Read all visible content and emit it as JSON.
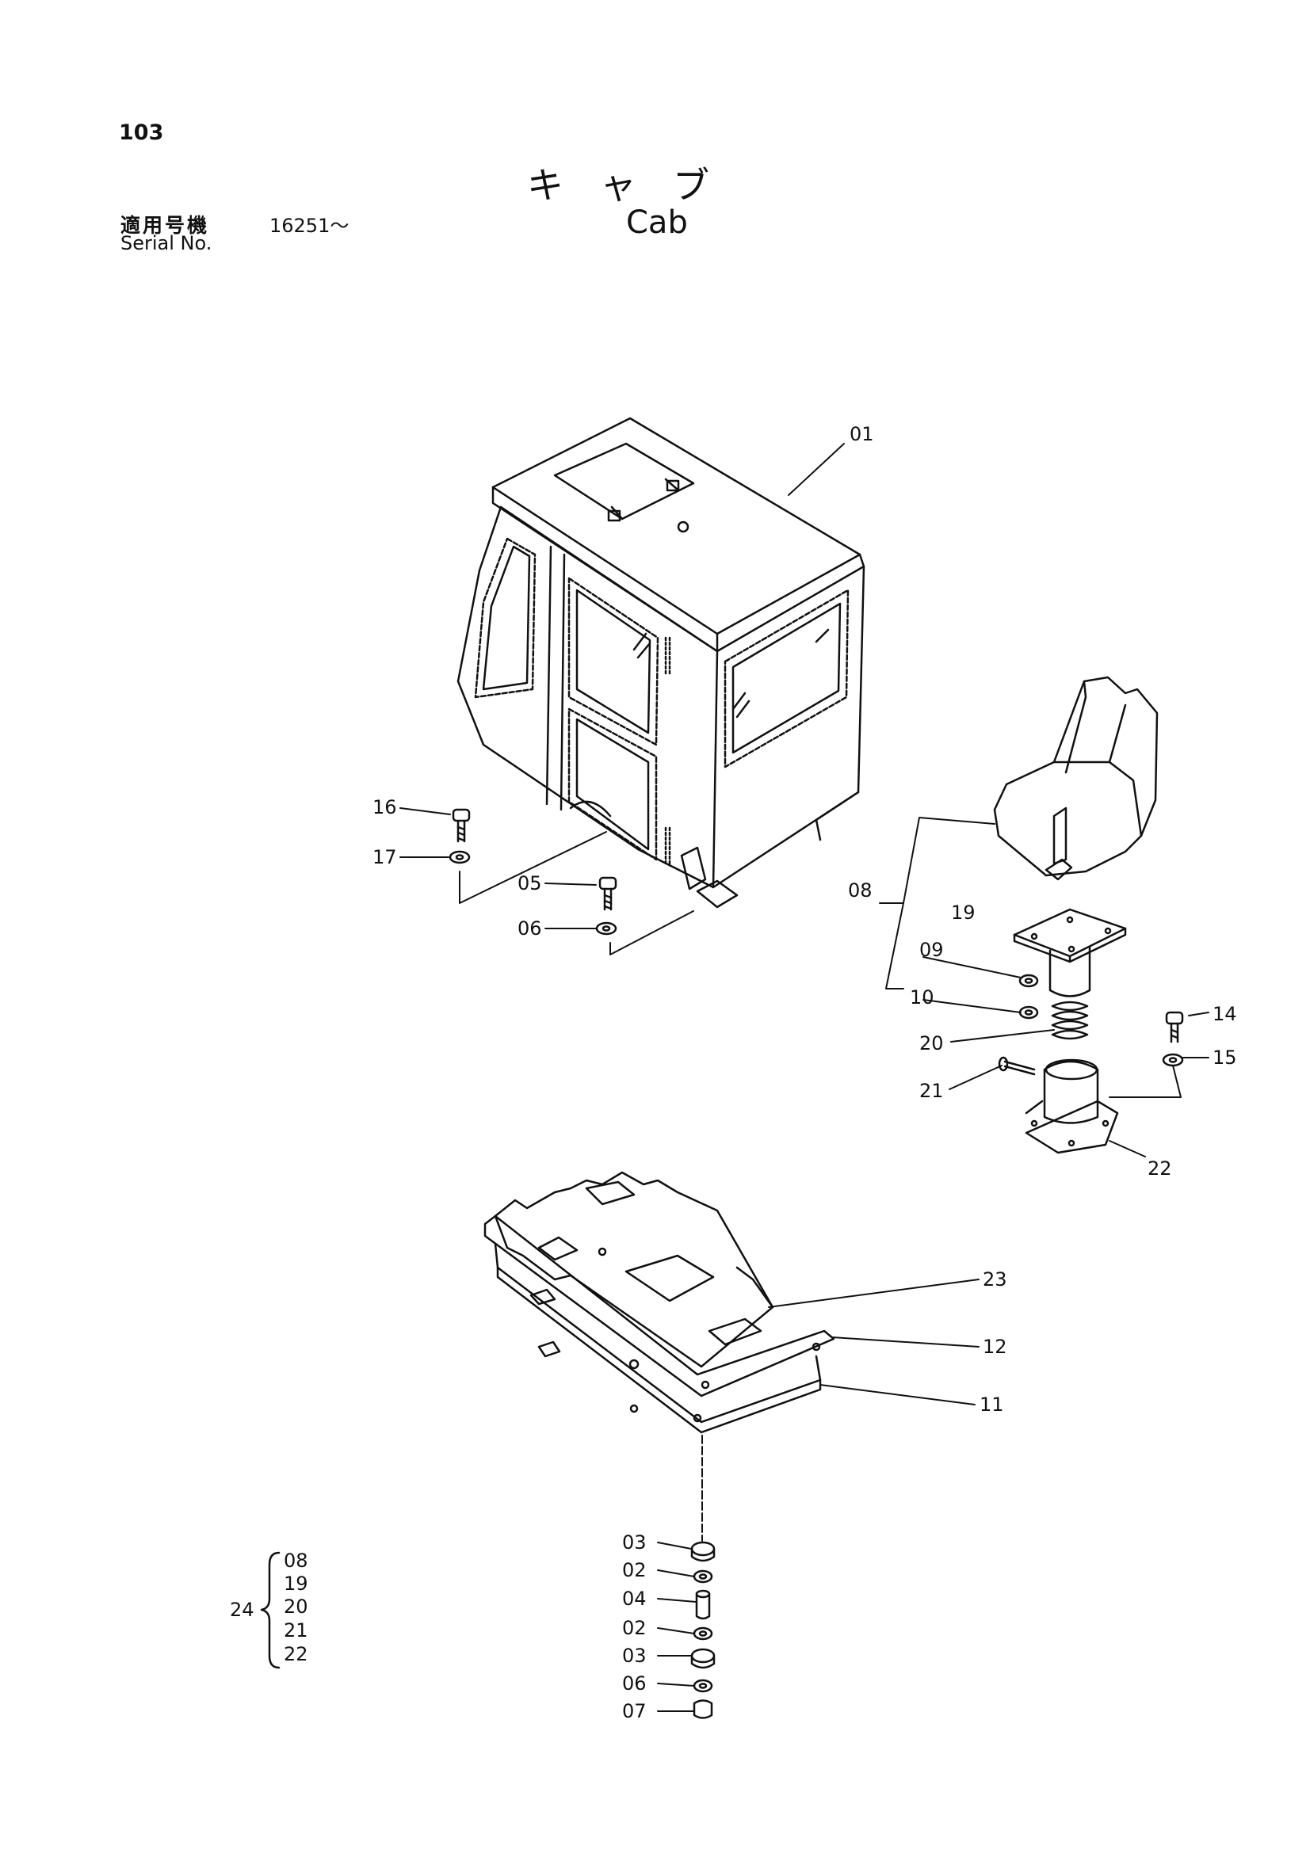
{
  "header": {
    "page_number": "103",
    "title_jp": "キャブ",
    "title_en": "Cab",
    "serial_label_jp": "適用号機",
    "serial_label_en": "Serial No.",
    "serial_value": "16251～"
  },
  "callouts": {
    "c01": "01",
    "c16": "16",
    "c17": "17",
    "c05": "05",
    "c06": "06",
    "c08": "08",
    "c19": "19",
    "c09": "09",
    "c10": "10",
    "c20": "20",
    "c21": "21",
    "c14": "14",
    "c15": "15",
    "c22": "22",
    "c23": "23",
    "c12": "12",
    "c11": "11",
    "s03a": "03",
    "s02a": "02",
    "s04": "04",
    "s02b": "02",
    "s03b": "03",
    "s06": "06",
    "s07": "07"
  },
  "kit": {
    "number": "24",
    "items": [
      "08",
      "19",
      "20",
      "21",
      "22"
    ]
  }
}
